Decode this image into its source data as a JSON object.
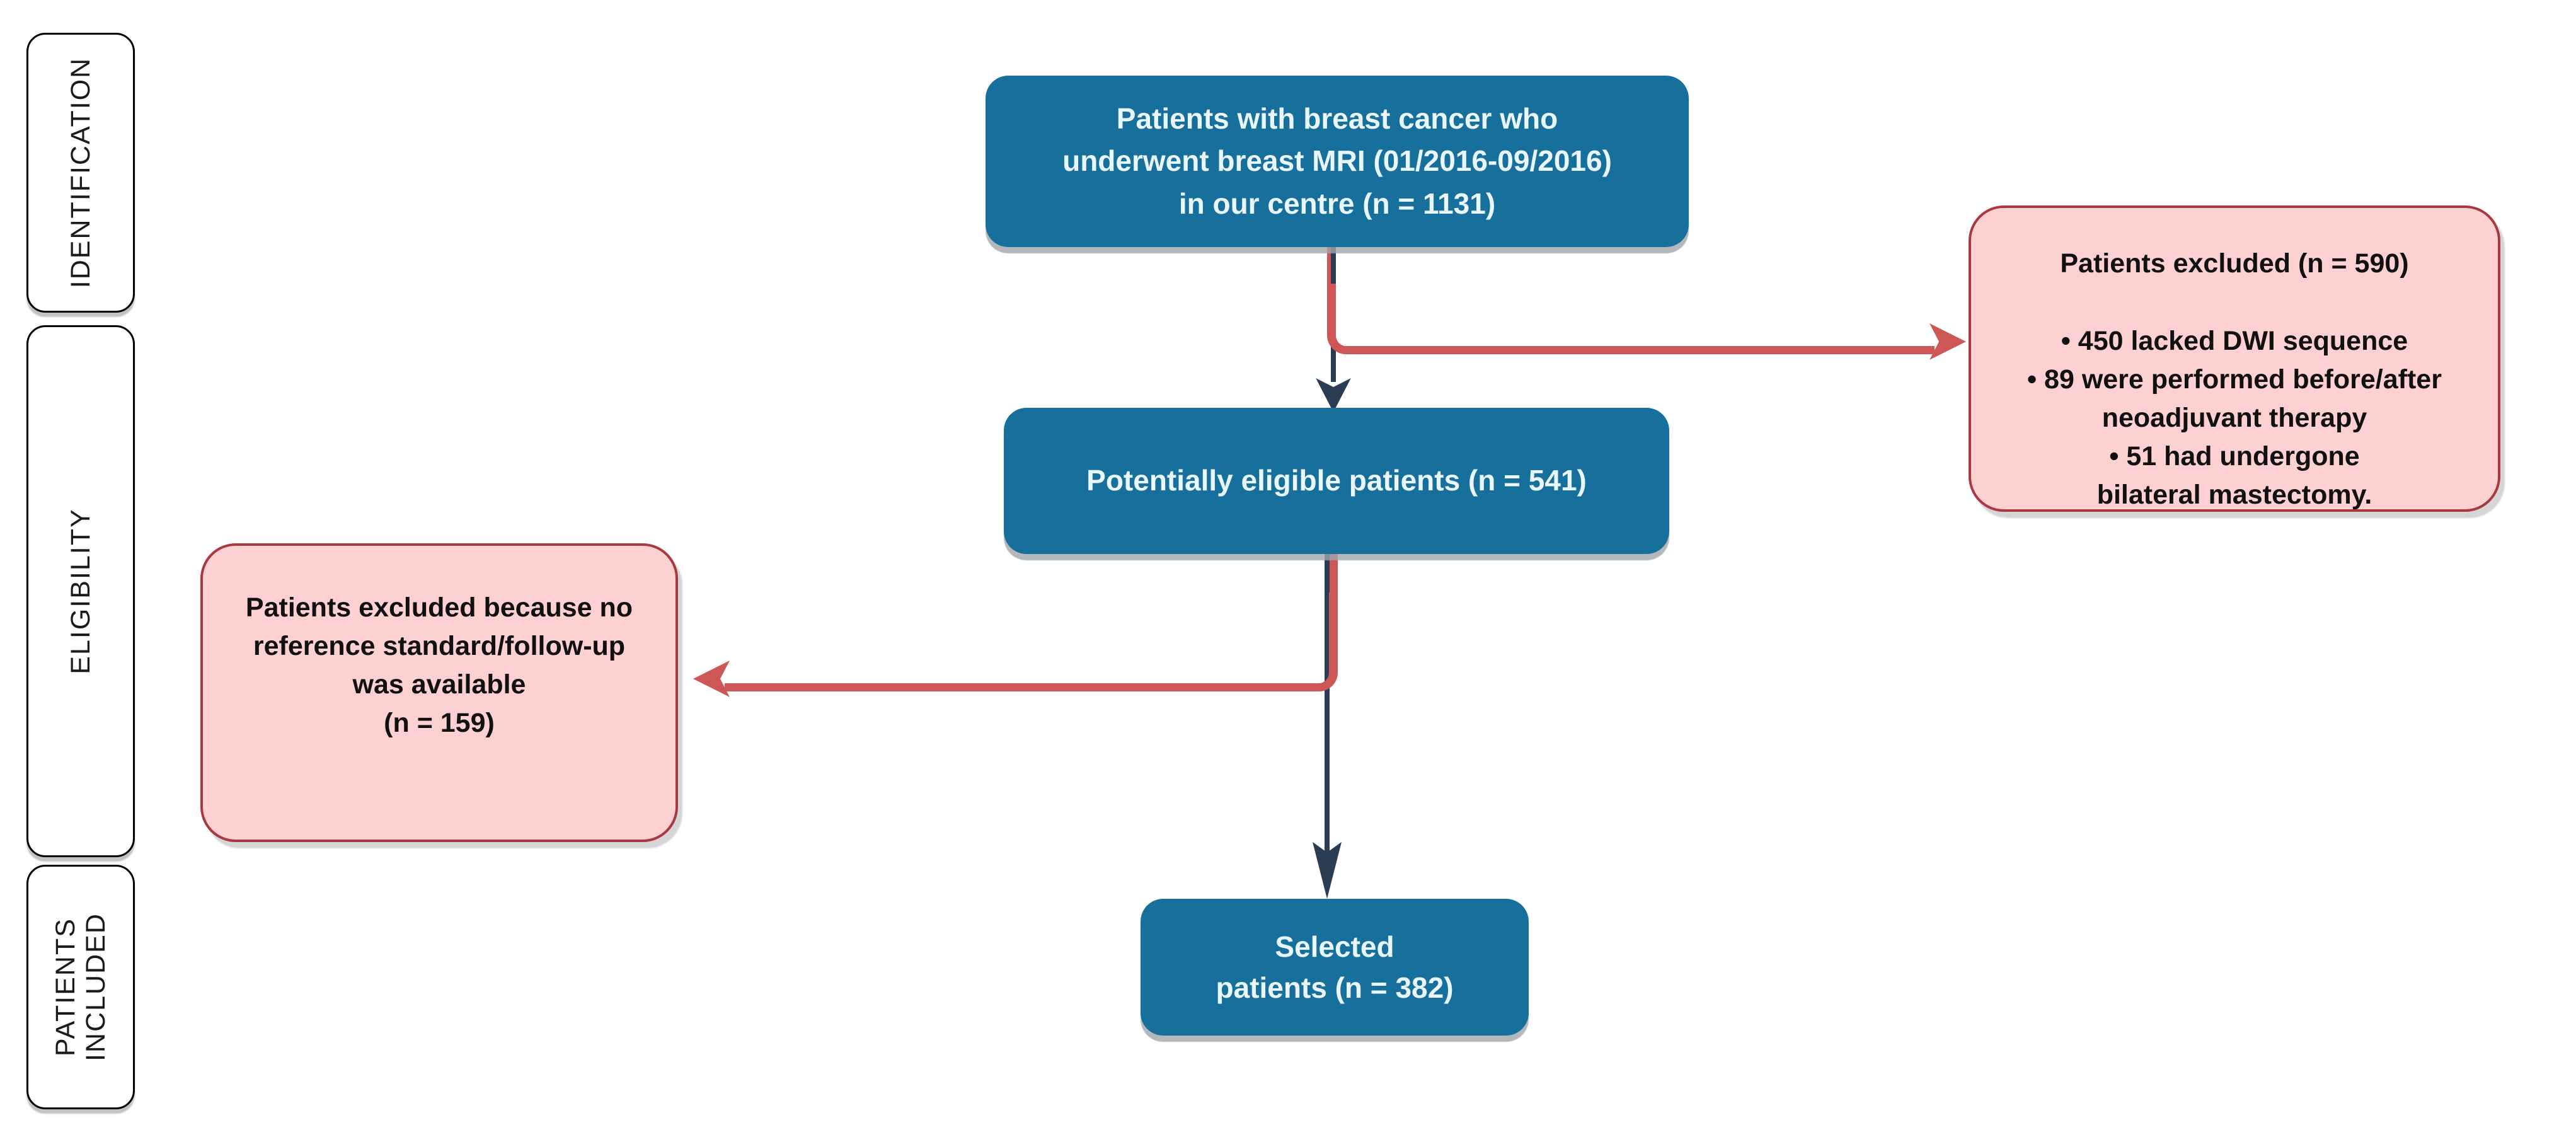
{
  "stages": {
    "identification": "IDENTIFICATION",
    "eligibility": "ELIGIBILITY",
    "patients_included_lines": [
      "PATIENTS",
      "INCLUDED"
    ]
  },
  "boxes": {
    "initial": {
      "lines": [
        "Patients with breast cancer who",
        "underwent breast MRI (01/2016-09/2016)",
        "in our centre (n = 1131)"
      ]
    },
    "eligible": {
      "text": "Potentially eligible patients (n = 541)"
    },
    "selected": {
      "lines": [
        "Selected",
        "patients (n = 382)"
      ]
    },
    "excluded_right": {
      "title": "Patients excluded (n = 590)",
      "bullets": [
        "• 450 lacked DWI sequence",
        "• 89 were performed before/after",
        "neoadjuvant therapy",
        "• 51 had undergone",
        "bilateral mastectomy."
      ]
    },
    "excluded_left": {
      "lines": [
        "Patients excluded because no",
        "reference standard/follow-up",
        "was available",
        "(n = 159)"
      ]
    }
  },
  "colors": {
    "teal": "#17709b",
    "teal_text": "#e9f7fc",
    "pink_fill": "#fdd1d1",
    "pink_border": "#a93840",
    "red": "#cd5757",
    "navy": "#2a3d52",
    "ink": "#111111",
    "label_border": "#000000",
    "bg": "#ffffff"
  }
}
